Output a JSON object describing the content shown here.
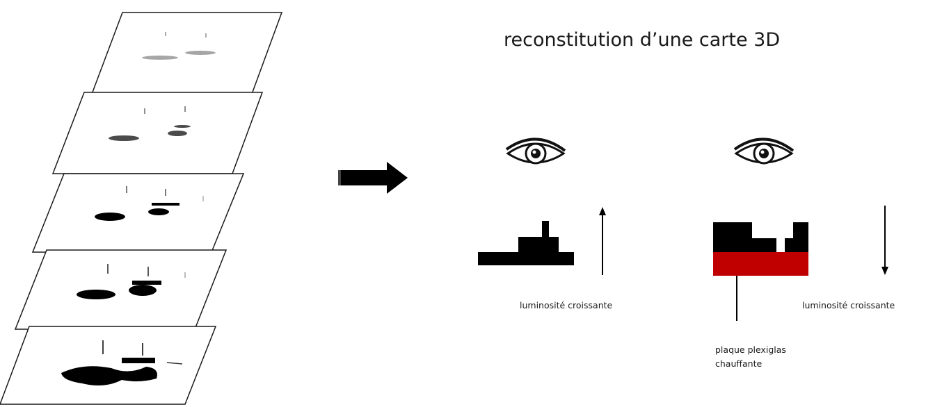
{
  "diagram": {
    "title": "reconstitution d’une carte 3D",
    "left_view": {
      "caption": "luminosité croissante",
      "arrow_direction": "up",
      "icon": "eye-icon",
      "block_color": "#000000"
    },
    "right_view": {
      "caption": "luminosité croissante",
      "arrow_direction": "down",
      "icon": "eye-icon",
      "block_color": "#000000",
      "plate_color": "#c00000",
      "plate_label_line1": "plaque plexiglas",
      "plate_label_line2": "chauffante"
    },
    "stack": {
      "layer_count": 5,
      "layer_fill": "#ffffff",
      "layer_stroke": "#1a1a1a"
    },
    "transition_arrow": {
      "icon": "right-arrow-icon",
      "color": "#000000"
    }
  }
}
